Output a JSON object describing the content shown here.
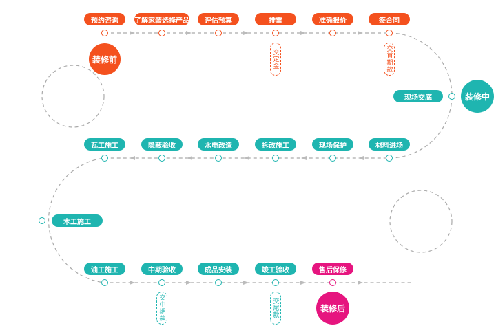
{
  "colors": {
    "orange": "#f4511e",
    "teal": "#1fb5b0",
    "magenta": "#e6157f",
    "path": "#aaaaaa"
  },
  "row1": {
    "steps": [
      "预约咨询",
      "了解家装选择产品",
      "评估预算",
      "排雷",
      "准确报价",
      "签合同"
    ],
    "payments": [
      "交定金",
      "交首期款"
    ],
    "stage": "装修前"
  },
  "right_turn": {
    "step": "现场交底",
    "stage": "装修中"
  },
  "row2": {
    "steps": [
      "瓦工施工",
      "隐蔽验收",
      "水电改造",
      "拆改施工",
      "现场保护",
      "材料进场"
    ]
  },
  "left_turn": {
    "step": "木工施工"
  },
  "row3": {
    "steps": [
      "油工施工",
      "中期验收",
      "成品安装",
      "竣工验收",
      "售后保修"
    ],
    "payments": [
      "交中期款",
      "交尾款"
    ],
    "stage": "装修后"
  }
}
